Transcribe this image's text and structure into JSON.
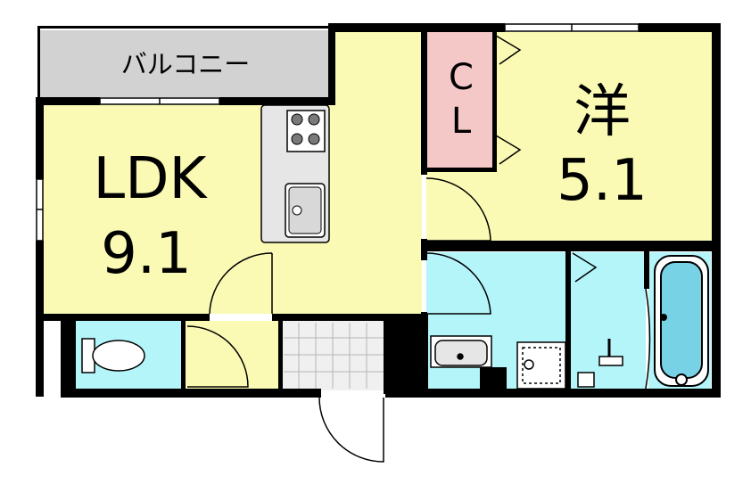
{
  "floor_plan": {
    "colors": {
      "wall": "#000000",
      "ldk": "#fafab4",
      "western": "#fafab4",
      "closet": "#f5c8c8",
      "balcony": "#d2d2d2",
      "wet": "#b4f5fa",
      "floor_tile": "#f0f0f0",
      "counter": "#e6e6e6"
    },
    "rooms": {
      "balcony": {
        "label": "バルコニー"
      },
      "ldk": {
        "label": "LDK",
        "size": "9.1"
      },
      "western": {
        "label": "洋",
        "size": "5.1"
      },
      "closet": {
        "label_top": "C",
        "label_bottom": "L"
      }
    },
    "icons": [
      "stove-icon",
      "sink-icon",
      "toilet-icon",
      "washbasin-icon",
      "washer-pan-icon",
      "shower-icon",
      "bathtub-icon"
    ]
  }
}
